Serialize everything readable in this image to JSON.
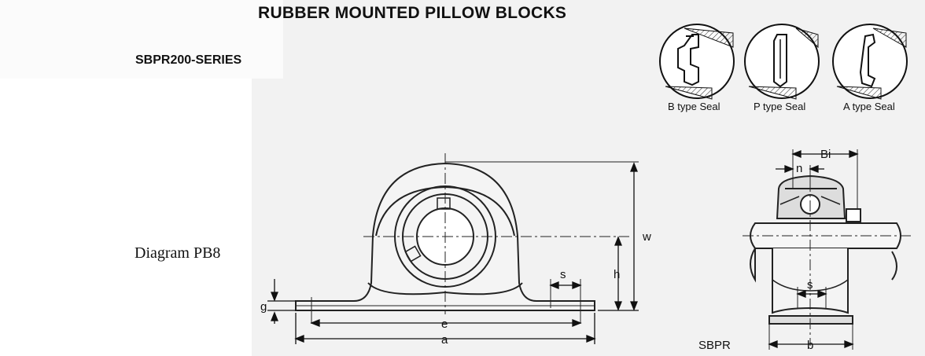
{
  "title": "RUBBER MOUNTED PILLOW BLOCKS",
  "series": "SBPR200-SERIES",
  "diagram_label": "Diagram PB8",
  "seal_types": [
    "B type Seal",
    "P type Seal",
    "A type Seal"
  ],
  "front_view": {
    "dimensions": {
      "w": "w",
      "h": "h",
      "g": "g",
      "s": "s",
      "e": "e",
      "a": "a"
    }
  },
  "side_view": {
    "label": "SBPR",
    "dimensions": {
      "bi": "Bi",
      "n": "n",
      "s": "s",
      "b": "b"
    }
  }
}
